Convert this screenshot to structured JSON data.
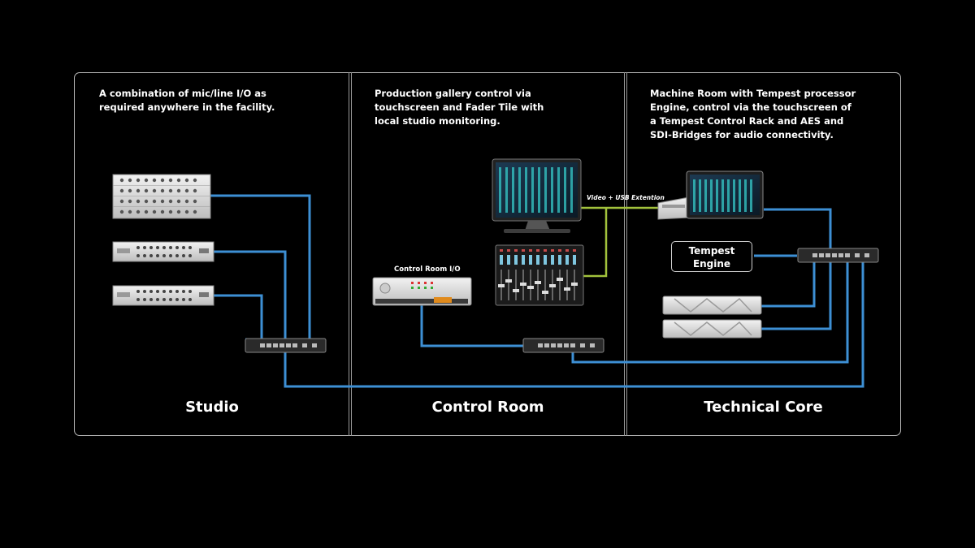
{
  "zones": [
    {
      "title": "Studio",
      "description_lines": [
        "A combination of mic/line I/O as",
        "required anywhere in the facility."
      ]
    },
    {
      "title": "Control Room",
      "description_lines": [
        "Production gallery control via",
        "touchscreen and Fader Tile with",
        "local studio monitoring."
      ]
    },
    {
      "title": "Technical Core",
      "description_lines": [
        "Machine Room with Tempest processor",
        "Engine, control via the touchscreen of",
        "a Tempest Control Rack and AES and",
        "SDI-Bridges for audio connectivity."
      ]
    }
  ],
  "labels": {
    "control_room_io": "Control Room I/O",
    "video_usb": "Video + USB Extention",
    "engine_line1": "Tempest",
    "engine_line2": "Engine"
  },
  "colors": {
    "network_link": "#3d8fd4",
    "video_usb_link": "#a2c23c",
    "frame": "#b9b9b9"
  }
}
